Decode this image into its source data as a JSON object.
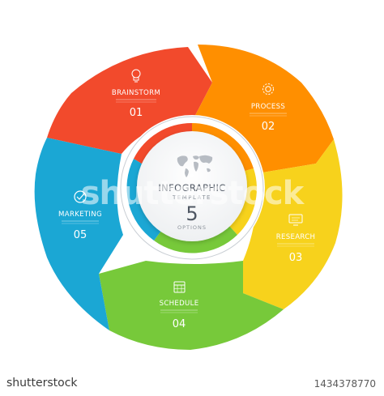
{
  "segments": [
    {
      "id": "brainstorm",
      "title": "BRAINSTORM",
      "number": "01",
      "color": "#f24a2c",
      "icon": "lightbulb-icon"
    },
    {
      "id": "process",
      "title": "PROCESS",
      "number": "02",
      "color": "#ff8f00",
      "icon": "gear-icon"
    },
    {
      "id": "research",
      "title": "RESEARCH",
      "number": "03",
      "color": "#f7d21c",
      "icon": "monitor-icon"
    },
    {
      "id": "schedule",
      "title": "SCHEDULE",
      "number": "04",
      "color": "#77c93a",
      "icon": "calendar-icon"
    },
    {
      "id": "marketing",
      "title": "MARKETING",
      "number": "05",
      "color": "#1ba7d4",
      "icon": "checkmark-icon"
    }
  ],
  "center": {
    "title": "INFOGRAPHIC",
    "subtitle": "TEMPLATE",
    "number": "5",
    "caption": "OPTIONS",
    "icon": "world-map-icon"
  },
  "watermark": {
    "text": "shutterstock",
    "image_id": "1434378770",
    "brand": "shutterstock"
  }
}
